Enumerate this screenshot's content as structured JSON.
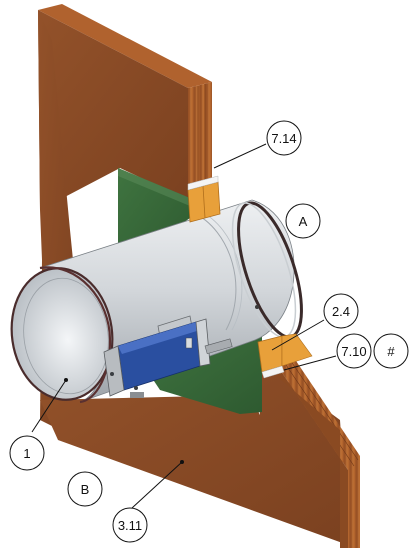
{
  "diagram": {
    "callouts": {
      "c_714": "7.14",
      "c_A": "A",
      "c_24": "2.4",
      "c_710": "7.10",
      "c_hash": "#",
      "c_1": "1",
      "c_B": "B",
      "c_311": "3.11"
    },
    "colors": {
      "wood_face": "#8a4a22",
      "wood_edge": "#a85b2c",
      "panel_green": "#3a6a3a",
      "insulation": "#e8a03a",
      "duct_metal": "#d4d8dc",
      "actuator_blue": "#2a4fa0"
    },
    "icons": [
      "actuator-icon"
    ]
  }
}
